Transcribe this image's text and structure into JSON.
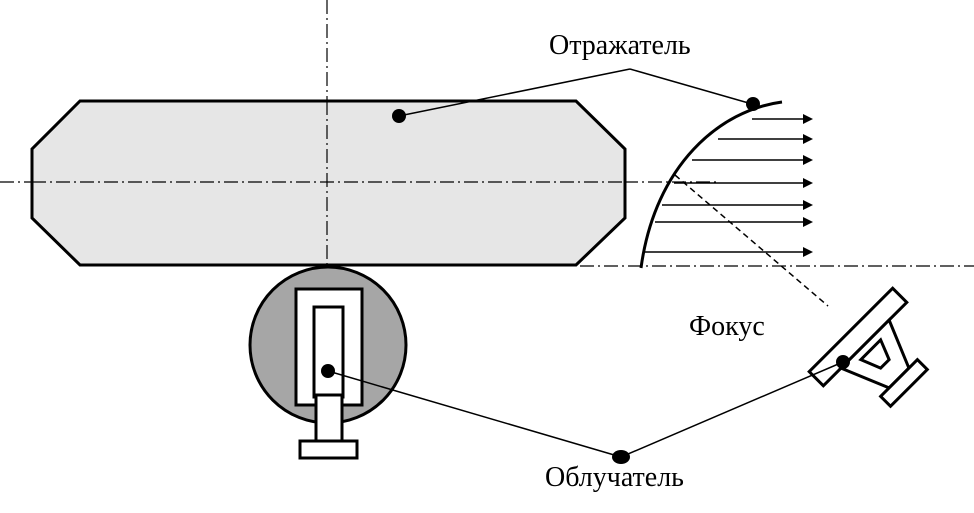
{
  "labels": {
    "reflector": "Отражатель",
    "focus": "Фокус",
    "feed": "Облучатель"
  },
  "colors": {
    "reflector_fill": "#e6e6e6",
    "hub_fill": "#a6a6a6",
    "outline": "#000000",
    "background": "#ffffff"
  }
}
